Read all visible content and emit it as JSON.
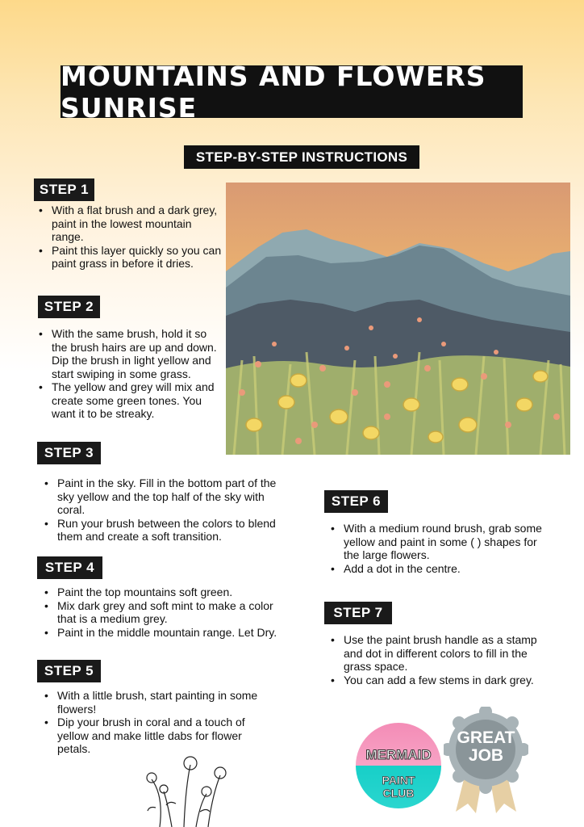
{
  "title": "MOUNTAINS AND FLOWERS SUNRISE",
  "subtitle": "STEP-BY-STEP INSTRUCTIONS",
  "steps": [
    {
      "label": "STEP 1",
      "bullets": [
        "With a flat brush and a dark grey, paint in the lowest mountain range.",
        "Paint this layer quickly so you can paint grass in before it dries."
      ]
    },
    {
      "label": "STEP 2",
      "bullets": [
        "With the same brush, hold it so the brush hairs are up and down. Dip the brush in light yellow and start swiping in some grass.",
        "The yellow and grey will mix and create some green tones. You want it to be streaky."
      ]
    },
    {
      "label": "STEP 3",
      "bullets": [
        "Paint in the sky. Fill in the bottom part of the sky yellow and the top half of the sky with coral.",
        "Run your brush between the colors to blend them and create a soft transition."
      ]
    },
    {
      "label": "STEP 4",
      "bullets": [
        "Paint the top mountains soft green.",
        "Mix dark grey and soft mint to make a color that is a medium grey.",
        "Paint in the middle mountain range. Let Dry."
      ]
    },
    {
      "label": "STEP 5",
      "bullets": [
        "With a little brush, start painting in some flowers!",
        "Dip your brush in coral and a touch of yellow and make little  dabs for flower petals."
      ]
    },
    {
      "label": "STEP 6",
      "bullets": [
        "With a medium round brush, grab some yellow and paint in some (  ) shapes for the large flowers.",
        "Add a dot in the centre."
      ]
    },
    {
      "label": "STEP 7",
      "bullets": [
        "Use the paint brush handle as a stamp and dot in different colors to fill in the grass space.",
        "You can add a few stems in dark grey."
      ]
    }
  ],
  "logo": {
    "line1": "MERMAID",
    "line2": "PAINT",
    "line3": "CLUB"
  },
  "award": {
    "line1": "GREAT",
    "line2": "JOB"
  },
  "colors": {
    "coral": "#e8a07a",
    "yellow": "#f5dc62",
    "mountain_light": "#8fa9b0",
    "mountain_mid": "#6c8590",
    "mountain_dark": "#4a5661",
    "grass": "#b5bf6c"
  }
}
